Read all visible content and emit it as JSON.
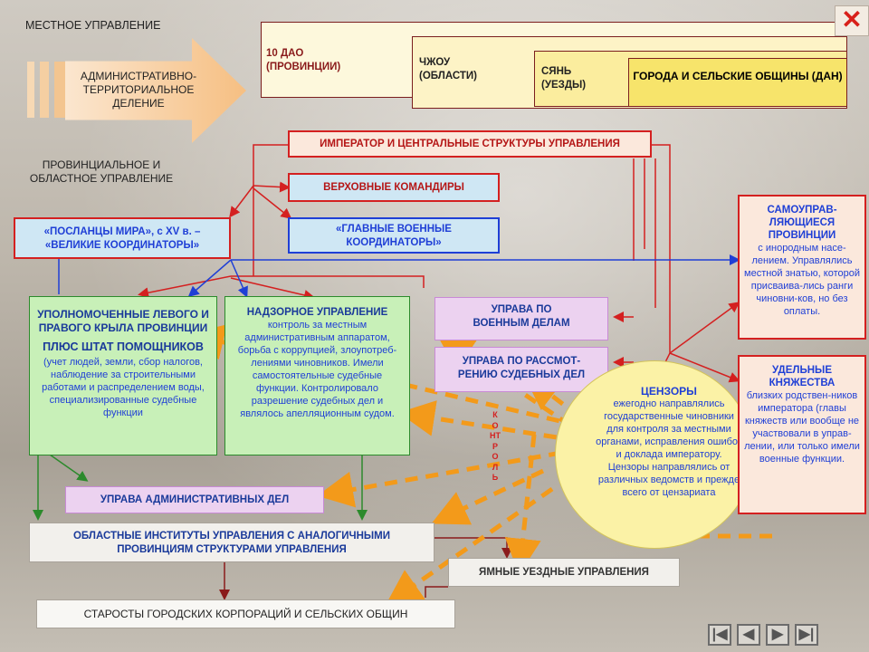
{
  "slide": {
    "local_label": "МЕСТНОЕ УПРАВЛЕНИЕ",
    "admin_division": "АДМИНИСТРАТИВНО-ТЕРРИТОРИАЛЬНОЕ ДЕЛЕНИЕ",
    "provincial_label": "ПРОВИНЦИАЛЬНОЕ И ОБЛАСТНОЕ УПРАВЛЕНИЕ"
  },
  "levels": {
    "dao": "10 ДАО (ПРОВИНЦИИ)",
    "zhou": "ЧЖОУ (ОБЛАСТИ)",
    "xian": "СЯНЬ (УЕЗДЫ)",
    "cities": "ГОРОДА И СЕЛЬСКИЕ ОБЩИНЫ (ДАН)"
  },
  "boxes": {
    "emperor": "ИМПЕРАТОР И ЦЕНТРАЛЬНЫЕ СТРУКТУРЫ УПРАВЛЕНИЯ",
    "supreme_commanders": "ВЕРХОВНЫЕ КОМАНДИРЫ",
    "envoys": "«ПОСЛАНЦЫ МИРА», с XV в. – «ВЕЛИКИЕ КООРДИНАТОРЫ»",
    "military_coordinators": "«ГЛАВНЫЕ ВОЕННЫЕ КООРДИНАТОРЫ»",
    "self_gov_title": "САМОУПРАВ-ЛЯЮЩИЕСЯ ПРОВИНЦИИ",
    "self_gov_text": "с инородным насе-лением. Управлялись местной знатью, которой присваива-лись ранги чиновни-ков, но без оплаты.",
    "authorized_title": "УПОЛНОМОЧЕННЫЕ ЛЕВОГО И ПРАВОГО КРЫЛА ПРОВИНЦИИ",
    "authorized_sub": "ПЛЮС ШТАТ ПОМОЩНИКОВ",
    "authorized_text": "(учет людей, земли, сбор налогов, наблюдение за строительными работами и распределением воды, специализированные судебные функции",
    "supervision_title": "НАДЗОРНОЕ УПРАВЛЕНИЕ",
    "supervision_text": "контроль за местным административным аппаратом, борьба с коррупцией, злоупотреб-лениями чиновников. Имели самостоятельные судебные функции. Контролировало разрешение судебных дел и являлось апелляционным судом.",
    "military_affairs": "УПРАВА ПО ВОЕННЫМ ДЕЛАМ",
    "judicial": "УПРАВА ПО РАССМОТ-РЕНИЮ СУДЕБНЫХ ДЕЛ",
    "censors_title": "ЦЕНЗОРЫ",
    "censors_text": "ежегодно направлялись государственные чиновники для контроля за местными органами, исправления ошибок и доклада императору. Цензоры направлялись от различных ведомств и прежде всего от цензариата",
    "appanage_title": "УДЕЛЬНЫЕ КНЯЖЕСТВА",
    "appanage_text": "близких родствен-ников императора (главы княжеств или вообще не участвовали в управ-лении, или только имели военные функции.",
    "admin_affairs": "УПРАВА АДМИНИСТРАТИВНЫХ ДЕЛ",
    "regional_institutes": "ОБЛАСТНЫЕ ИНСТИТУТЫ УПРАВЛЕНИЯ С АНАЛОГИЧНЫМИ ПРОВИНЦИЯМ СТРУКТУРАМИ УПРАВЛЕНИЯ",
    "county": "ЯМНЫЕ УЕЗДНЫЕ УПРАВЛЕНИЯ",
    "elders": "СТАРОСТЫ ГОРОДСКИХ КОРПОРАЦИЙ И СЕЛЬСКИХ ОБЩИН",
    "control_vertical": "КОНТРОЛЬ"
  },
  "nav": {
    "close_symbol": "✕",
    "first_symbol": "|◀",
    "prev_symbol": "◀",
    "next_symbol": "▶",
    "last_symbol": "▶|"
  },
  "colors": {
    "red": "#d42020",
    "blue": "#1f3fd6",
    "orange": "#f39a1a",
    "green_box": "#c8f0b8",
    "purple_box": "#ecd2f0",
    "blue_box": "#cfe7f4",
    "peach_box": "#fbe8dc",
    "censor_circle": "#fbf2a6"
  }
}
